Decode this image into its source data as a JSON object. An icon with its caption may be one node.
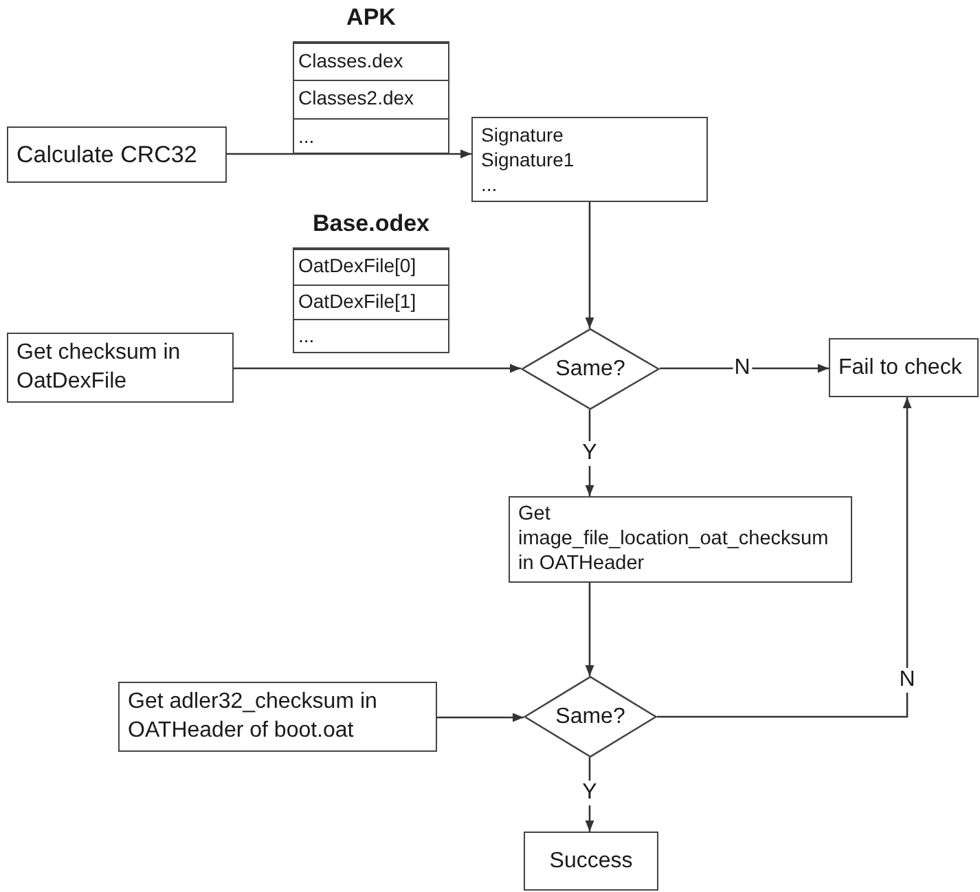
{
  "diagram": {
    "nodes": [
      {
        "text": [
          "APK",
          "Classes.dex",
          "Classes2.dex",
          "..."
        ]
      },
      {
        "text": [
          "Calculate CRC32"
        ]
      },
      {
        "text": [
          "Signature",
          "Signature1",
          "..."
        ]
      },
      {
        "text": [
          "Base.odex",
          "OatDexFile[0]",
          "OatDexFile[1]",
          "..."
        ]
      },
      {
        "text": [
          "Get checksum in OatDexFile"
        ]
      },
      {
        "text": [
          "Same?"
        ]
      },
      {
        "text": [
          "Fail to check"
        ]
      },
      {
        "text": [
          "Get image_file_location_oat_checksum in OATHeader"
        ]
      },
      {
        "text": [
          "Get adler32_checksum in OATHeader of boot.oat"
        ]
      },
      {
        "text": [
          "Same?"
        ]
      },
      {
        "text": [
          "Success"
        ]
      }
    ],
    "edges": [
      {
        "from": 1,
        "to": 2,
        "arrow": "to"
      },
      {
        "from": 2,
        "to": 5,
        "arrow": "to"
      },
      {
        "from": 4,
        "to": 5,
        "arrow": "to"
      },
      {
        "from": 5,
        "to": 6,
        "arrow": "to",
        "label": "N"
      },
      {
        "from": 5,
        "to": 7,
        "arrow": "to",
        "label": "Y"
      },
      {
        "from": 7,
        "to": 9,
        "arrow": "to"
      },
      {
        "from": 8,
        "to": 9,
        "arrow": "to"
      },
      {
        "from": 9,
        "to": 6,
        "arrow": "to",
        "label": "N"
      },
      {
        "from": 9,
        "to": 10,
        "arrow": "to",
        "label": "Y"
      }
    ]
  }
}
